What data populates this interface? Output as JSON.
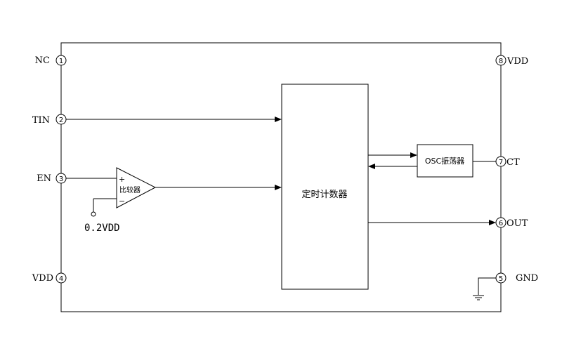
{
  "pins": {
    "p1": {
      "name": "NC",
      "number": "1"
    },
    "p2": {
      "name": "TIN",
      "number": "2"
    },
    "p3": {
      "name": "EN",
      "number": "3"
    },
    "p4": {
      "name": "VDD",
      "number": "4"
    },
    "p5": {
      "name": "GND",
      "number": "5"
    },
    "p6": {
      "name": "OUT",
      "number": "6"
    },
    "p7": {
      "name": "CT",
      "number": "7"
    },
    "p8": {
      "name": "VDD",
      "number": "8"
    }
  },
  "blocks": {
    "timer": "定时计数器",
    "oscillator": "OSC振荡器",
    "comparator": "比较器",
    "comparator_plus": "+",
    "comparator_minus": "−"
  },
  "reference": "0.2VDD"
}
